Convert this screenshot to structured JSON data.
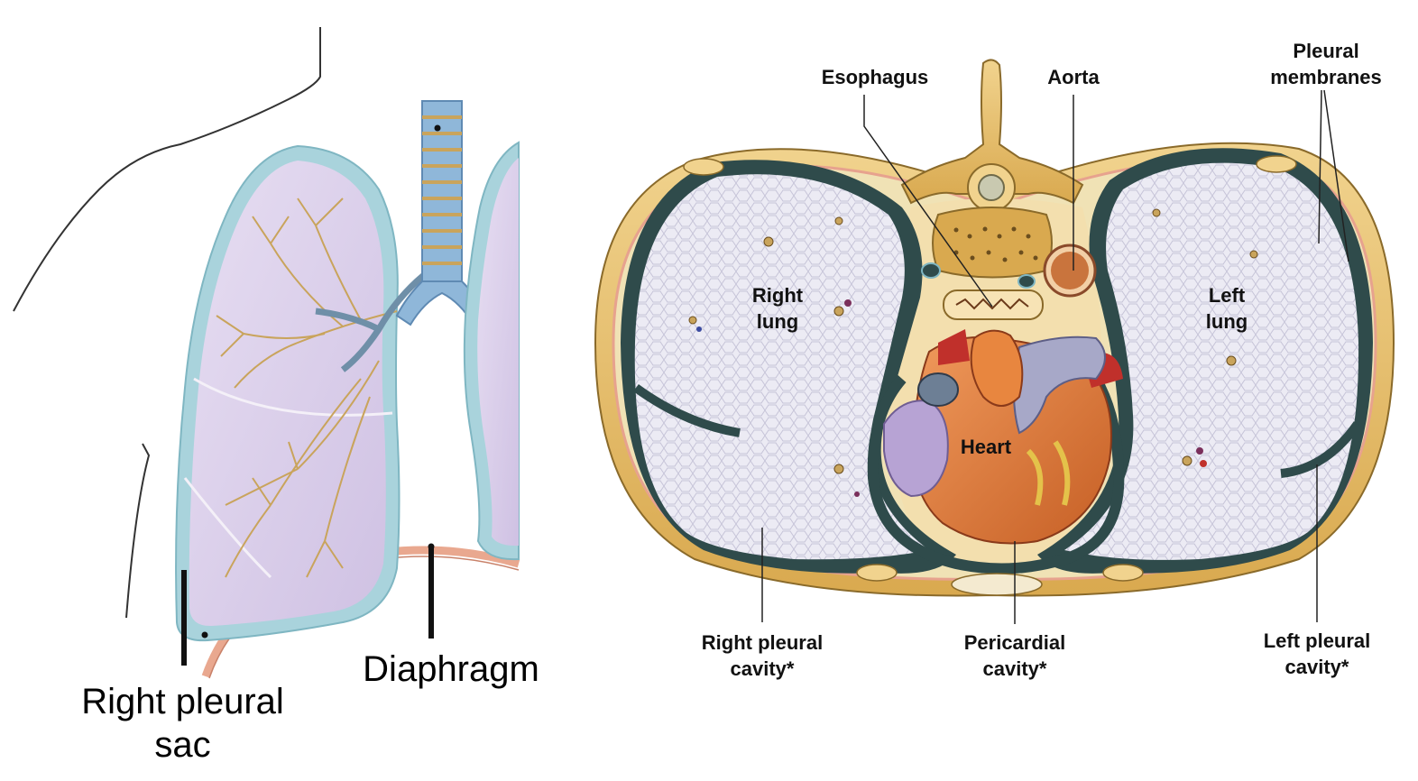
{
  "left_figure": {
    "labels": {
      "right_pleural_sac_line1": "Right pleural",
      "right_pleural_sac_line2": "sac",
      "diaphragm": "Diaphragm"
    }
  },
  "right_figure": {
    "labels": {
      "esophagus": "Esophagus",
      "aorta": "Aorta",
      "pleural_membranes_line1": "Pleural",
      "pleural_membranes_line2": "membranes",
      "right_lung_line1": "Right",
      "right_lung_line2": "lung",
      "left_lung_line1": "Left",
      "left_lung_line2": "lung",
      "heart": "Heart",
      "right_pleural_cavity_line1": "Right pleural",
      "right_pleural_cavity_line2": "cavity*",
      "pericardial_cavity_line1": "Pericardial",
      "pericardial_cavity_line2": "cavity*",
      "left_pleural_cavity_line1": "Left pleural",
      "left_pleural_cavity_line2": "cavity*"
    }
  },
  "colors": {
    "lung_fill": "#dcd2ec",
    "pleura_blue": "#a9d3dc",
    "bronchi_tan": "#c9a45c",
    "trachea_blue": "#8fb7d9",
    "diaphragm_pink": "#e9a88f",
    "bone_tan": "#e3bf6a",
    "heart_orange": "#e07a3a",
    "vessel_grey": "#a7a8c8",
    "pleural_dark": "#2f4b4b",
    "vessel_red": "#c0302b"
  }
}
